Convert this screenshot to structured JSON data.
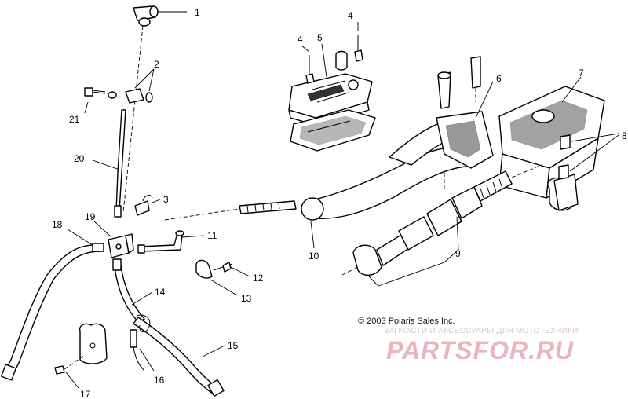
{
  "callouts": [
    {
      "id": "c1",
      "label": "1"
    },
    {
      "id": "c2",
      "label": "2"
    },
    {
      "id": "c3",
      "label": "3"
    },
    {
      "id": "c4a",
      "label": "4"
    },
    {
      "id": "c4b",
      "label": "4"
    },
    {
      "id": "c5",
      "label": "5"
    },
    {
      "id": "c6",
      "label": "6"
    },
    {
      "id": "c7",
      "label": "7"
    },
    {
      "id": "c8",
      "label": "8"
    },
    {
      "id": "c9",
      "label": "9"
    },
    {
      "id": "c10",
      "label": "10"
    },
    {
      "id": "c11",
      "label": "11"
    },
    {
      "id": "c12",
      "label": "12"
    },
    {
      "id": "c13",
      "label": "13"
    },
    {
      "id": "c14",
      "label": "14"
    },
    {
      "id": "c15",
      "label": "15"
    },
    {
      "id": "c16",
      "label": "16"
    },
    {
      "id": "c17",
      "label": "17"
    },
    {
      "id": "c18",
      "label": "18"
    },
    {
      "id": "c19",
      "label": "19"
    },
    {
      "id": "c20",
      "label": "20"
    },
    {
      "id": "c21",
      "label": "21"
    }
  ],
  "copyright": "© 2003 Polaris Sales Inc.",
  "watermark": {
    "line1": "ЗАПЧАСТИ И АКСЕССУАРЫ ДЛЯ МОТОТЕХНИКИ",
    "logo": "PARTSFOR.RU"
  }
}
